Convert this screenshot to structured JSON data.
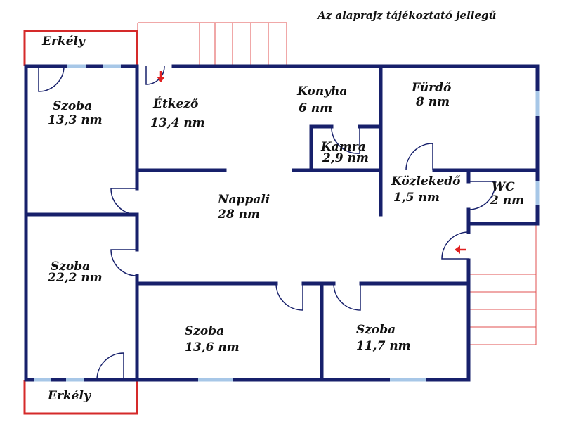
{
  "note": "Az alaprajz tájékoztató jellegű",
  "balconies": {
    "top": "Erkély",
    "bottom": "Erkély"
  },
  "rooms": {
    "szoba1": {
      "name": "Szoba",
      "area": "13,3 nm"
    },
    "etkezo": {
      "name": "Étkező",
      "area": "13,4 nm"
    },
    "konyha": {
      "name": "Konyha",
      "area": "6 nm"
    },
    "furdo": {
      "name": "Fürdő",
      "area": "8 nm"
    },
    "kamra": {
      "name": "Kamra",
      "area": "2,9 nm"
    },
    "kozlekedo": {
      "name": "Közlekedő",
      "area": "1,5 nm"
    },
    "wc": {
      "name": "WC",
      "area": "2 nm"
    },
    "nappali": {
      "name": "Nappali",
      "area": "28 nm"
    },
    "szoba2": {
      "name": "Szoba",
      "area": "22,2 nm"
    },
    "szoba3": {
      "name": "Szoba",
      "area": "13,6 nm"
    },
    "szoba4": {
      "name": "Szoba",
      "area": "11,7 nm"
    }
  },
  "colors": {
    "wall": "#17206b",
    "window": "#a7c7e7",
    "balcony": "#d52a2a",
    "arrow": "#e02020"
  }
}
